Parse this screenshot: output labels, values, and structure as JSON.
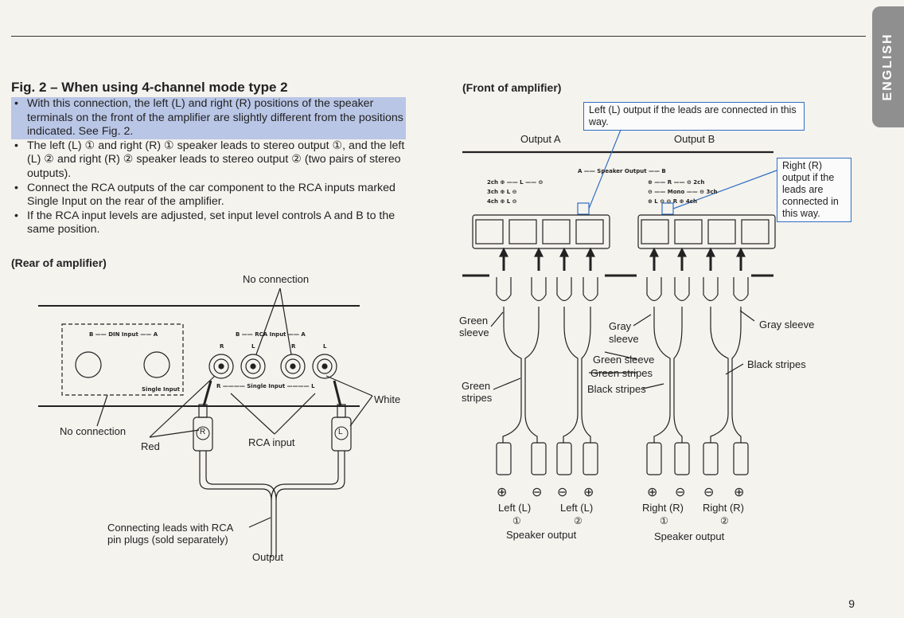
{
  "language_tab": "ENGLISH",
  "figure_title": "Fig. 2 – When using 4-channel mode type 2",
  "bullets": [
    "With this connection, the left (L) and right (R) positions of the speaker terminals on the front of the amplifier are slightly different from the positions indicated.  See Fig. 2.",
    "The left (L) ① and right (R) ① speaker leads to stereo output ①, and the left (L) ② and right (R) ② speaker leads to stereo output ② (two pairs of stereo outputs).",
    "Connect the RCA outputs of the car component to the RCA inputs marked Single Input on the rear of the amplifier.",
    "If the RCA input levels are adjusted, set input level controls A and B to the same position."
  ],
  "rear": {
    "title": "(Rear of amplifier)",
    "no_connection_top": "No connection",
    "no_connection_bottom": "No connection",
    "din_input": "B ——  DIN Input  —— A",
    "rca_input_header": "B ——  RCA Input  —— A",
    "single_input_box": "Single Input",
    "single_input_row": "R ————  Single Input  ———— L",
    "jack_labels": [
      "R",
      "L",
      "R",
      "L"
    ],
    "red": "Red",
    "white": "White",
    "rca_input": "RCA input",
    "plug_r": "R",
    "plug_l": "L",
    "connecting_leads": "Connecting leads with RCA\npin plugs (sold separately)",
    "output": "Output"
  },
  "front": {
    "title": "(Front of amplifier)",
    "left_note": "Left (L) output if the leads are connected in this way.",
    "right_note": "Right (R) output if the leads are connected in this way.",
    "output_a": "Output A",
    "output_b": "Output B",
    "speaker_output_header": "A ——  Speaker Output  —— B",
    "terminal_rows_left": [
      "2ch ⊕ —— L —— ⊖",
      "3ch ⊕  L  ⊖",
      "4ch ⊕  L  ⊖"
    ],
    "terminal_rows_right": [
      "⊕ —— R —— ⊖  2ch",
      "⊖ —— Mono —— ⊖  3ch",
      "⊕ L ⊖  ⊖ R ⊕  4ch"
    ],
    "green_sleeve": "Green\nsleeve",
    "gray_sleeve_mid": "Gray\nsleeve",
    "gray_sleeve_right": "Gray sleeve",
    "green_sleeve_mid": "Green sleeve",
    "green_stripes_mid": "Green stripes",
    "black_stripes_mid": "Black stripes",
    "black_stripes_right": "Black stripes",
    "green_stripes_left": "Green\nstripes",
    "terminal_signs": [
      "⊕",
      "⊖",
      "⊖",
      "⊕",
      "⊕",
      "⊖",
      "⊖",
      "⊕"
    ],
    "left_l_1": "Left (L)",
    "left_l_2": "Left (L)",
    "right_r_1": "Right (R)",
    "right_r_2": "Right (R)",
    "num_1a": "①",
    "num_2a": "②",
    "num_1b": "①",
    "num_2b": "②",
    "speaker_output_left": "Speaker output",
    "speaker_output_right": "Speaker output"
  },
  "page_number": "9"
}
